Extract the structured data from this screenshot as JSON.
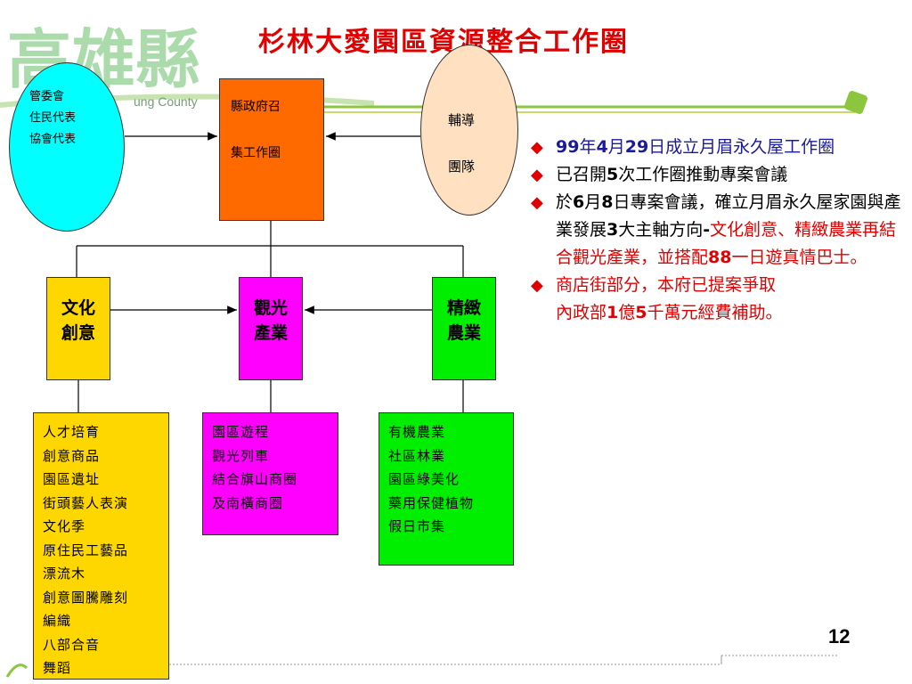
{
  "logo": {
    "main": "高雄縣",
    "sub": "ung County"
  },
  "title": "杉林大愛園區資源整合工作圈",
  "left_oval": {
    "lines": [
      "管委會",
      "住民代表",
      "協會代表"
    ]
  },
  "gov_box": {
    "lines": [
      "縣政府召",
      "集工作圈"
    ]
  },
  "right_oval": {
    "lines": [
      "輔導",
      "團隊"
    ]
  },
  "categories": {
    "culture": {
      "lines": [
        "文化",
        "創意"
      ],
      "color": "#ffd700"
    },
    "tourism": {
      "lines": [
        "觀光",
        "產業"
      ],
      "color": "#ff00ff"
    },
    "agri": {
      "lines": [
        "精緻",
        "農業"
      ],
      "color": "#00ee00"
    }
  },
  "lists": {
    "culture": [
      "人才培育",
      "創意商品",
      "園區遺址",
      "街頭藝人表演",
      "文化季",
      "原住民工藝品",
      "漂流木",
      "創意圖騰雕刻",
      "編織",
      "八部合音",
      "舞蹈"
    ],
    "tourism": [
      "園區遊程",
      "觀光列車",
      "結合旗山商圈",
      "及南橫商圈"
    ],
    "agri": [
      "有機農業",
      "社區林業",
      "園區綠美化",
      "藥用保健植物",
      "假日市集"
    ]
  },
  "notes": {
    "n1": {
      "a": "99",
      "b": "年",
      "c": "4",
      "d": "月",
      "e": "29",
      "f": "日成立月眉永久屋工作圈"
    },
    "n2": {
      "a": "已召開",
      "b": "5",
      "c": "次工作圈推動專案會議"
    },
    "n3": {
      "a": "於",
      "b": "6",
      "c": "月",
      "d": "8",
      "e": "日專案會議，確立月眉永久屋家園與產業發展",
      "f": "3",
      "g": "大主軸方向",
      "h": "-",
      "i": "文化創意、精緻農業再結合觀光產業，並搭配",
      "j": "88",
      "k": "一日遊真情巴士。"
    },
    "n4": {
      "a": "商店街部分，本府已提案爭取",
      "b": "內政部",
      "c": "1",
      "d": "億",
      "e": "5",
      "f": "千萬元經費補助。"
    }
  },
  "page_number": "12",
  "colors": {
    "title": "#e00000",
    "gov": "#ff6a00",
    "left_oval": "#00ffff",
    "right_oval": "#ffe0c0",
    "bullet": "#e00000"
  }
}
